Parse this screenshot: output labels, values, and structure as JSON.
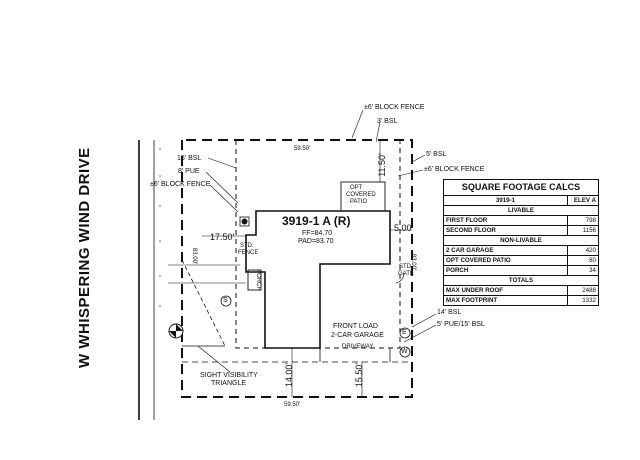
{
  "street_name": "W WHISPERING WIND DRIVE",
  "plan": {
    "title": "3919-1 A (R)",
    "ff": "FF=84.70",
    "pad": "PAD=83.70"
  },
  "callouts": {
    "block_fence_top": "±6' BLOCK FENCE",
    "bsl_3": "3' BSL",
    "bsl_5": "5' BSL",
    "block_fence_right": "±6' BLOCK FENCE",
    "bsl_15": "15' BSL",
    "pue_8": "8' PUE",
    "block_fence_left": "±6' BLOCK FENCE",
    "bsl_14": "14' BSL",
    "pue_bsl": "5' PUE/15' BSL",
    "sight_visibility": "SIGHT VISIBILITY",
    "triangle": "TRIANGLE"
  },
  "dimensions": {
    "top_lot": "59.50'",
    "bottom_lot": "59.50'",
    "rear_setback": "11.50'",
    "side_left": "17.50'",
    "side_right": "5.00'",
    "front_left": "14.00'",
    "front_right": "15.50'",
    "left_depth": "83.00'",
    "right_depth": "83.00'"
  },
  "features": {
    "opt_patio": [
      "OPT",
      "COVERED",
      "PATIO"
    ],
    "std_fence_left": [
      "STD.",
      "FENCE"
    ],
    "std_gate": [
      "STD",
      "GATE"
    ],
    "porch": "PORCH",
    "garage": [
      "FRONT LOAD",
      "2-CAR GARAGE"
    ],
    "driveway": "DRIVEWAY",
    "sewer_marker": "S",
    "electric_marker": "E",
    "water_marker": "W"
  },
  "table": {
    "title": "SQUARE FOOTAGE CALCS",
    "head": [
      "3919-1",
      "ELEV A"
    ],
    "sections": [
      {
        "name": "LIVABLE",
        "rows": [
          [
            "FIRST FLOOR",
            "798"
          ],
          [
            "SECOND FLOOR",
            "1156"
          ]
        ]
      },
      {
        "name": "NON-LIVABLE",
        "rows": [
          [
            "2 CAR GARAGE",
            "420"
          ],
          [
            "OPT COVERED PATIO",
            "80"
          ],
          [
            "PORCH",
            "34"
          ]
        ]
      },
      {
        "name": "TOTALS",
        "rows": [
          [
            "MAX UNDER ROOF",
            "2488"
          ],
          [
            "MAX FOOTPRINT",
            "1332"
          ]
        ]
      }
    ]
  }
}
